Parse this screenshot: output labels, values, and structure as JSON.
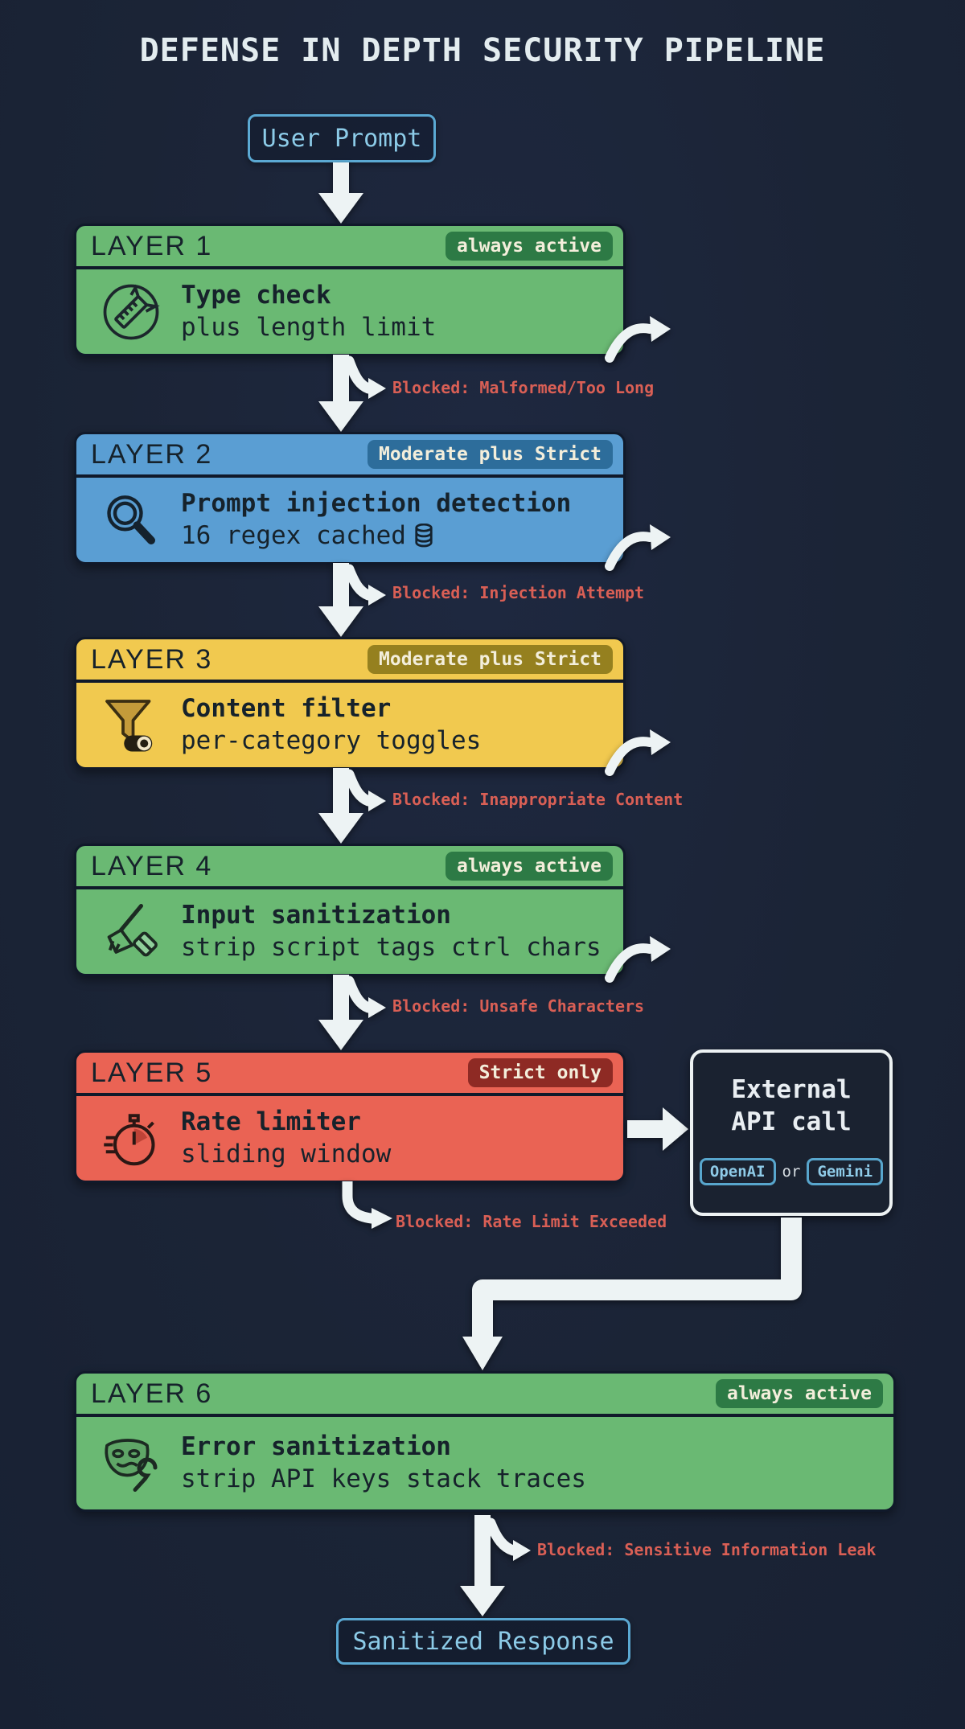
{
  "title": "DEFENSE IN DEPTH SECURITY PIPELINE",
  "flow": {
    "input_label": "User Prompt",
    "output_label": "Sanitized Response"
  },
  "layers": [
    {
      "name": "LAYER 1",
      "badge": "always active",
      "title": "Type check",
      "subtitle": "plus length limit",
      "icon": "caliper-icon",
      "color": "#6ab973",
      "badge_bg": "#2d7a45",
      "blocked": "Blocked: Malformed/Too Long"
    },
    {
      "name": "LAYER 2",
      "badge": "Moderate plus Strict",
      "title": "Prompt injection detection",
      "subtitle": "16 regex cached",
      "icon": "magnifier-icon",
      "subtitle_icon": "database-icon",
      "color": "#5a9ed3",
      "badge_bg": "#2d6d9b",
      "blocked": "Blocked: Injection Attempt"
    },
    {
      "name": "LAYER 3",
      "badge": "Moderate plus Strict",
      "title": "Content filter",
      "subtitle": "per-category toggles",
      "icon": "funnel-toggle-icon",
      "color": "#f1c94f",
      "badge_bg": "#95801f",
      "blocked": "Blocked: Inappropriate Content"
    },
    {
      "name": "LAYER 4",
      "badge": "always active",
      "title": "Input sanitization",
      "subtitle": "strip script tags ctrl chars",
      "icon": "broom-eraser-icon",
      "color": "#6ab973",
      "badge_bg": "#2d7a45",
      "blocked": "Blocked: Unsafe Characters"
    },
    {
      "name": "LAYER 5",
      "badge": "Strict only",
      "title": "Rate limiter",
      "subtitle": "sliding window",
      "icon": "stopwatch-icon",
      "color": "#ea6354",
      "badge_bg": "#8e2a24",
      "blocked": "Blocked: Rate Limit Exceeded"
    },
    {
      "name": "LAYER 6",
      "badge": "always active",
      "title": "Error sanitization",
      "subtitle": "strip API keys stack traces",
      "icon": "mask-wrench-icon",
      "color": "#6ab973",
      "badge_bg": "#2d7a45",
      "blocked": "Blocked: Sensitive Information Leak"
    }
  ],
  "external_api": {
    "line1": "External",
    "line2": "API call",
    "provider_a": "OpenAI",
    "separator": "or",
    "provider_b": "Gemini"
  },
  "colors": {
    "background": "#1b2436",
    "green": "#6ab973",
    "blue": "#5a9ed3",
    "yellow": "#f1c94f",
    "red": "#ea6354",
    "blocked_text": "#d95f55",
    "node_accent": "#8ccbe8",
    "arrow": "#edf3f4"
  }
}
